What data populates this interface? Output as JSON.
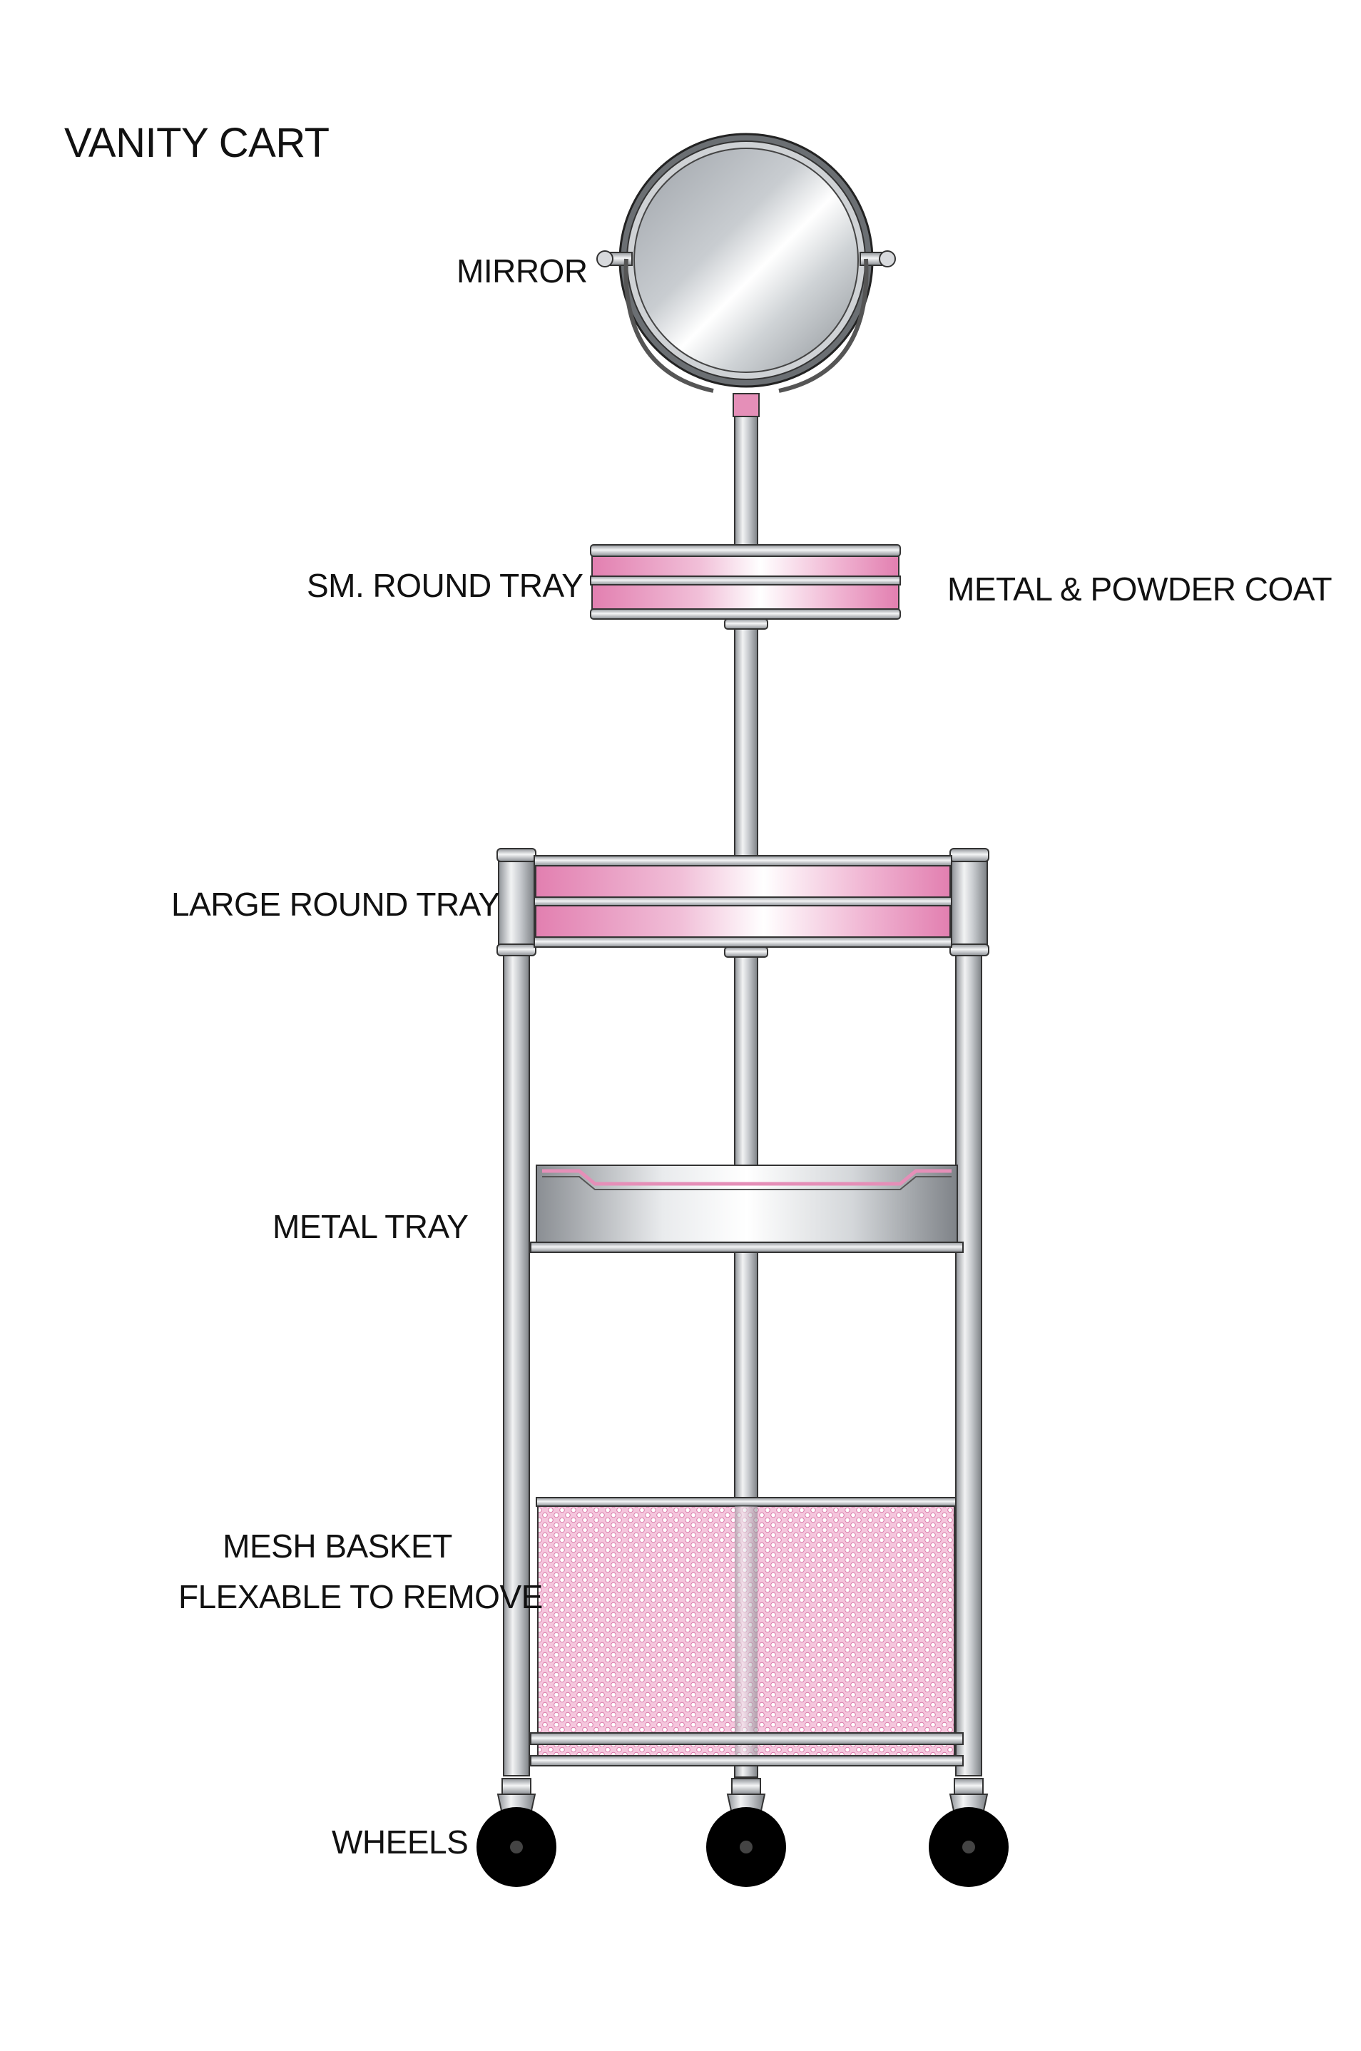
{
  "title": "VANITY CART",
  "labels": {
    "mirror": "MIRROR",
    "sm_round_tray": "SM. ROUND TRAY",
    "material": "METAL & POWDER COAT",
    "large_round_tray": "LARGE ROUND TRAY",
    "metal_tray": "METAL TRAY",
    "mesh_basket_line1": "MESH BASKET",
    "mesh_basket_line2": "FLEXABLE TO REMOVE",
    "wheels": "WHEELS"
  },
  "colors": {
    "powder_coat_pink": "#e58fb8",
    "metal": "#b8bcc2",
    "wheel": "#000000"
  }
}
